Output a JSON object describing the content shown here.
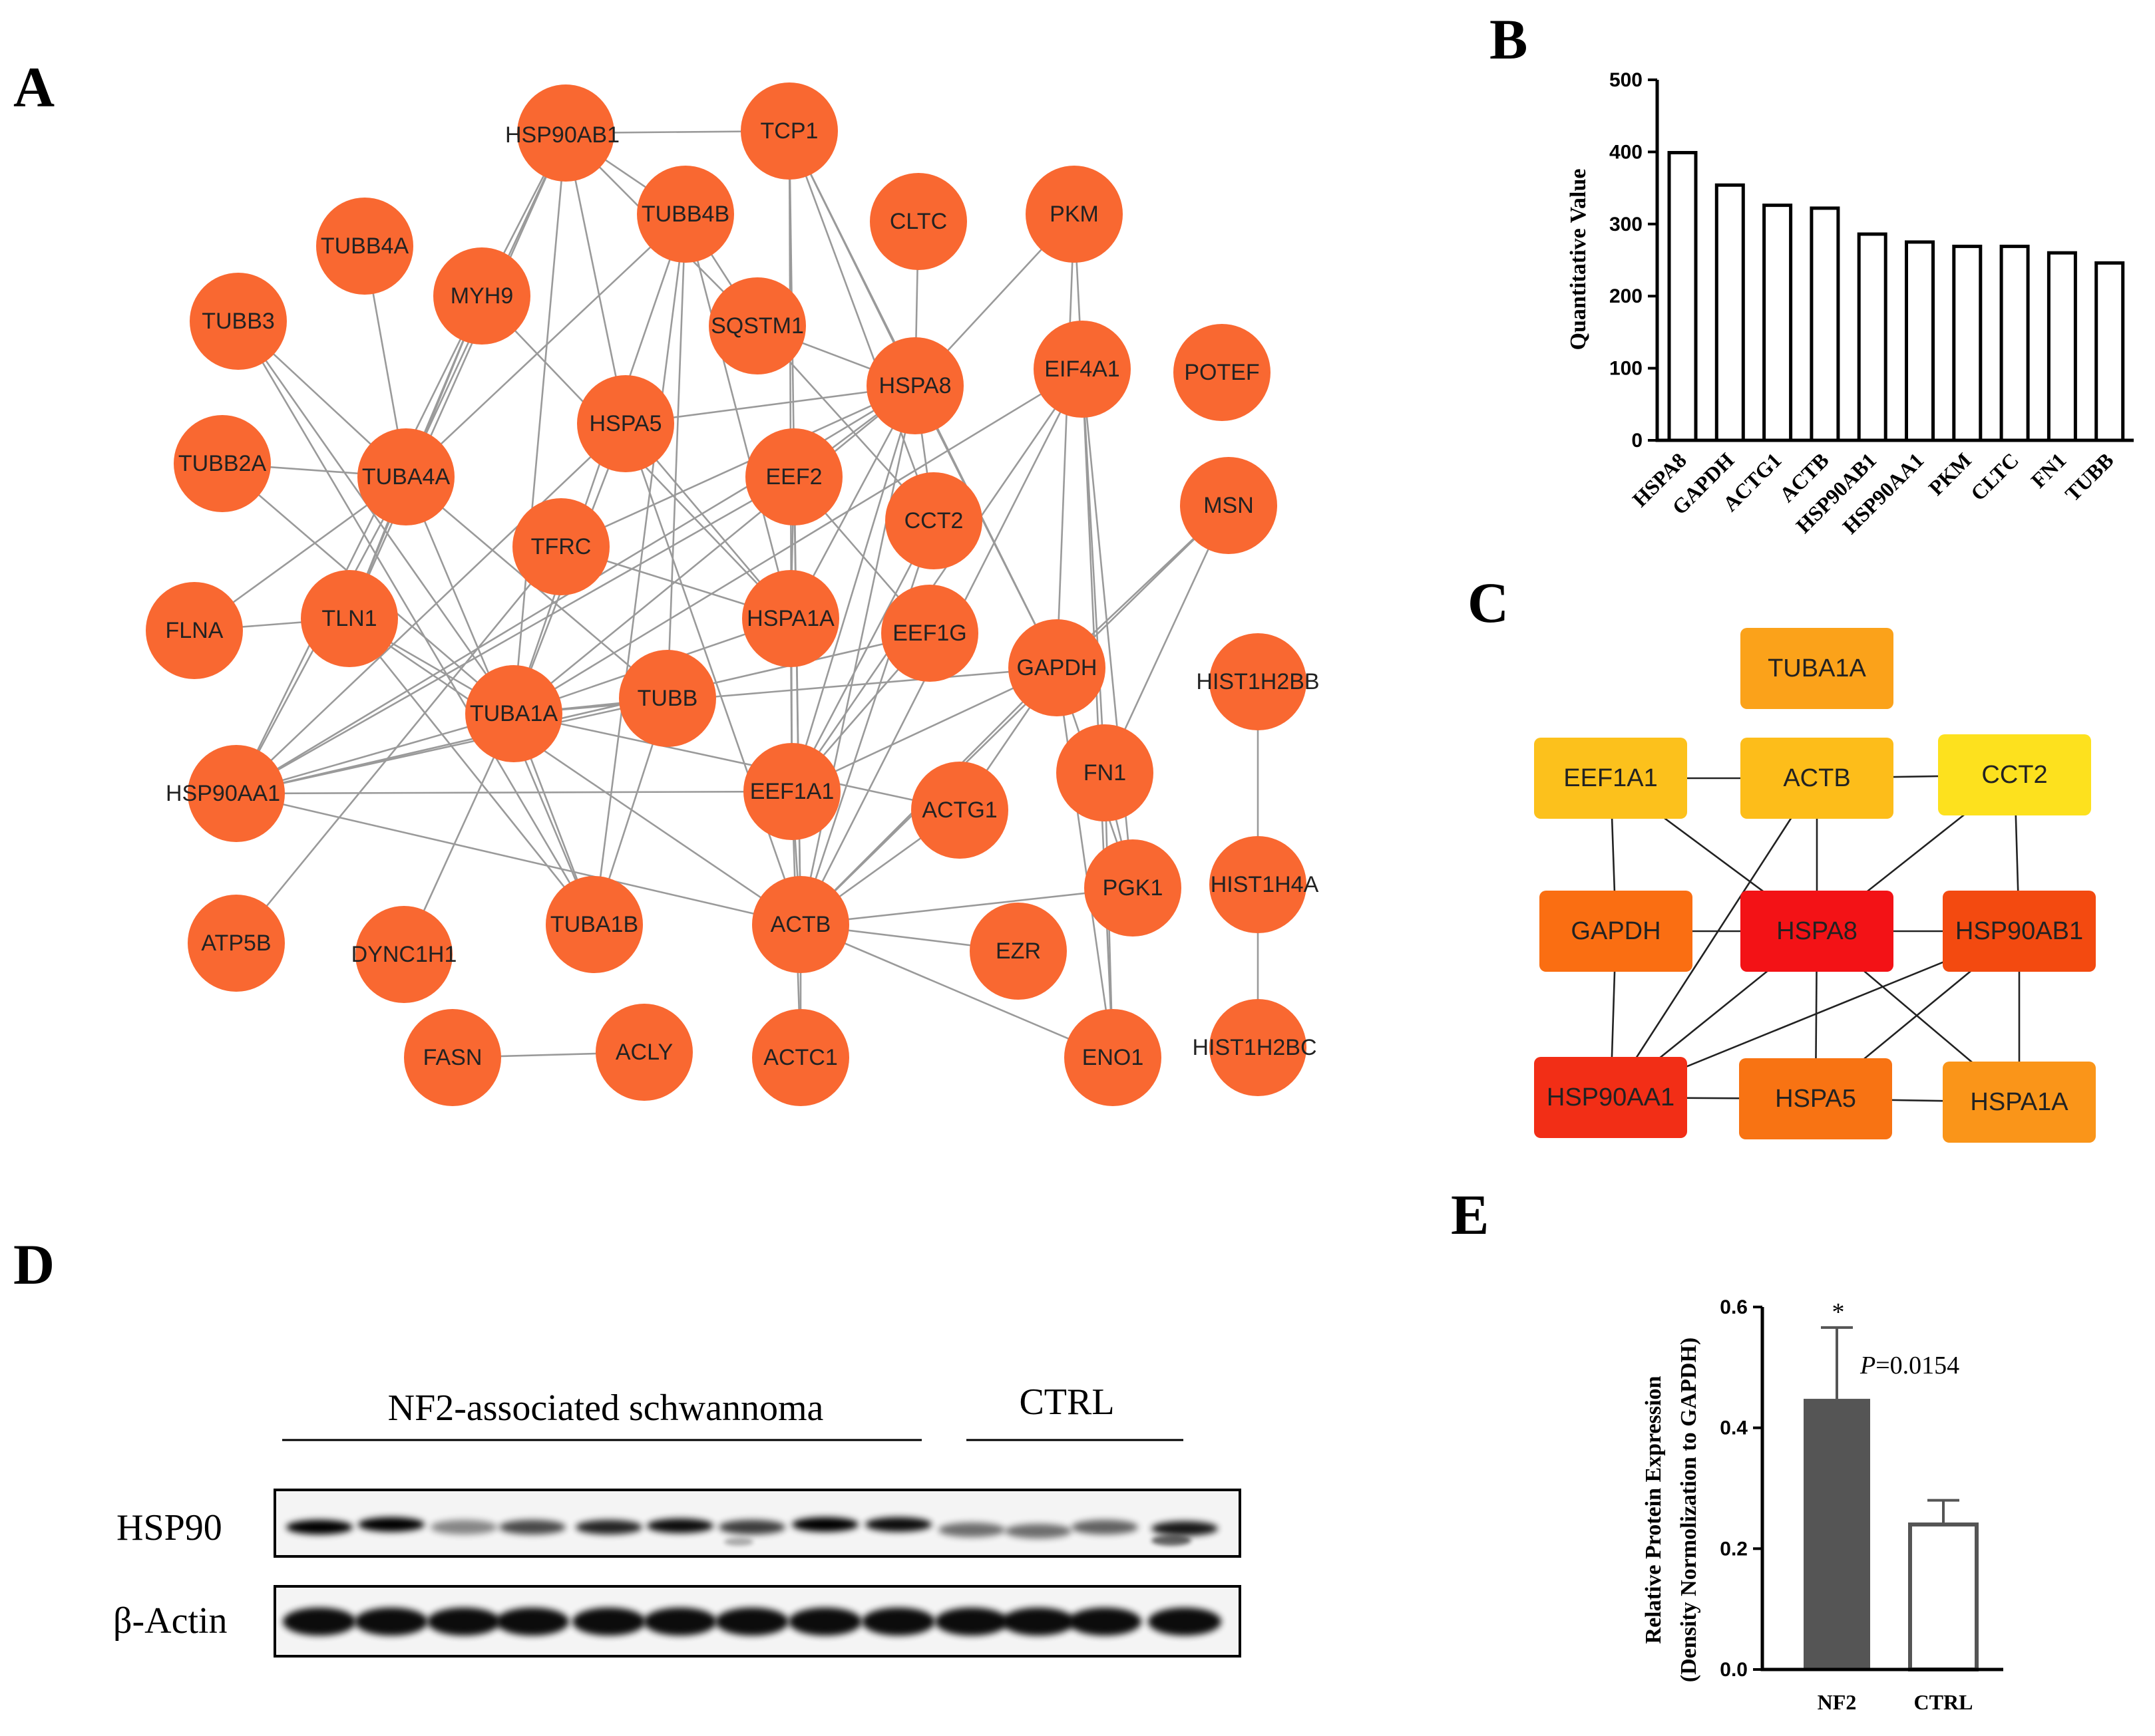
{
  "panels": [
    "A",
    "B",
    "C",
    "D",
    "E"
  ],
  "network_a": {
    "nodes": [
      {
        "id": "HSP90AB1",
        "label": "HSP90AB1"
      },
      {
        "id": "TCP1",
        "label": "TCP1"
      },
      {
        "id": "TUBB4B",
        "label": "TUBB4B"
      },
      {
        "id": "CLTC",
        "label": "CLTC"
      },
      {
        "id": "PKM",
        "label": "PKM"
      },
      {
        "id": "TUBB4A",
        "label": "TUBB4A"
      },
      {
        "id": "MYH9",
        "label": "MYH9"
      },
      {
        "id": "SQSTM1",
        "label": "SQSTM1"
      },
      {
        "id": "TUBB3",
        "label": "TUBB3"
      },
      {
        "id": "HSPA8",
        "label": "HSPA8"
      },
      {
        "id": "EIF4A1",
        "label": "EIF4A1"
      },
      {
        "id": "POTEF",
        "label": "POTEF"
      },
      {
        "id": "HSPA5",
        "label": "HSPA5"
      },
      {
        "id": "TUBB2A",
        "label": "TUBB2A"
      },
      {
        "id": "TUBA4A",
        "label": "TUBA4A"
      },
      {
        "id": "EEF2",
        "label": "EEF2"
      },
      {
        "id": "CCT2",
        "label": "CCT2"
      },
      {
        "id": "MSN",
        "label": "MSN"
      },
      {
        "id": "TFRC",
        "label": "TFRC"
      },
      {
        "id": "FLNA",
        "label": "FLNA"
      },
      {
        "id": "TLN1",
        "label": "TLN1"
      },
      {
        "id": "HSPA1A",
        "label": "HSPA1A"
      },
      {
        "id": "EEF1G",
        "label": "EEF1G"
      },
      {
        "id": "GAPDH",
        "label": "GAPDH"
      },
      {
        "id": "HIST1H2BB",
        "label": "HIST1H2BB"
      },
      {
        "id": "TUBA1A",
        "label": "TUBA1A"
      },
      {
        "id": "TUBB",
        "label": "TUBB"
      },
      {
        "id": "HSP90AA1",
        "label": "HSP90AA1"
      },
      {
        "id": "EEF1A1",
        "label": "EEF1A1"
      },
      {
        "id": "ACTG1",
        "label": "ACTG1"
      },
      {
        "id": "FN1",
        "label": "FN1"
      },
      {
        "id": "ATP5B",
        "label": "ATP5B"
      },
      {
        "id": "DYNC1H1",
        "label": "DYNC1H1"
      },
      {
        "id": "TUBA1B",
        "label": "TUBA1B"
      },
      {
        "id": "ACTB",
        "label": "ACTB"
      },
      {
        "id": "EZR",
        "label": "EZR"
      },
      {
        "id": "PGK1",
        "label": "PGK1"
      },
      {
        "id": "HIST1H4A",
        "label": "HIST1H4A"
      },
      {
        "id": "FASN",
        "label": "FASN"
      },
      {
        "id": "ACLY",
        "label": "ACLY"
      },
      {
        "id": "ACTC1",
        "label": "ACTC1"
      },
      {
        "id": "ENO1",
        "label": "ENO1"
      },
      {
        "id": "HIST1H2BC",
        "label": "HIST1H2BC"
      }
    ],
    "edges": [
      [
        "HSP90AB1",
        "TCP1"
      ],
      [
        "HSP90AB1",
        "TUBB4B"
      ],
      [
        "HSP90AB1",
        "MYH9"
      ],
      [
        "HSP90AB1",
        "SQSTM1"
      ],
      [
        "HSP90AB1",
        "TUBA4A"
      ],
      [
        "HSP90AB1",
        "HSPA5"
      ],
      [
        "HSP90AB1",
        "TUBA1A"
      ],
      [
        "HSP90AB1",
        "TLN1"
      ],
      [
        "TCP1",
        "HSPA8"
      ],
      [
        "TCP1",
        "CCT2"
      ],
      [
        "TCP1",
        "EEF1A1"
      ],
      [
        "TCP1",
        "ACTB"
      ],
      [
        "TCP1",
        "GAPDH"
      ],
      [
        "TUBB4B",
        "SQSTM1"
      ],
      [
        "TUBB4B",
        "TUBA4A"
      ],
      [
        "TUBB4B",
        "HSPA1A"
      ],
      [
        "TUBB4B",
        "TUBA1A"
      ],
      [
        "TUBB4B",
        "TUBB"
      ],
      [
        "TUBB4B",
        "TUBA1B"
      ],
      [
        "CLTC",
        "HSPA8"
      ],
      [
        "PKM",
        "EIF4A1"
      ],
      [
        "PKM",
        "HSPA8"
      ],
      [
        "PKM",
        "GAPDH"
      ],
      [
        "TUBB4A",
        "TUBA4A"
      ],
      [
        "MYH9",
        "TUBA4A"
      ],
      [
        "MYH9",
        "HSPA1A"
      ],
      [
        "MYH9",
        "HSP90AA1"
      ],
      [
        "MYH9",
        "TLN1"
      ],
      [
        "SQSTM1",
        "HSPA8"
      ],
      [
        "SQSTM1",
        "CCT2"
      ],
      [
        "TUBB3",
        "TUBA4A"
      ],
      [
        "TUBB3",
        "TUBA1A"
      ],
      [
        "TUBB3",
        "TUBA1B"
      ],
      [
        "HSPA8",
        "HSPA5"
      ],
      [
        "HSPA8",
        "EEF2"
      ],
      [
        "HSPA8",
        "HSPA1A"
      ],
      [
        "HSPA8",
        "EEF1A1"
      ],
      [
        "HSPA8",
        "GAPDH"
      ],
      [
        "HSPA8",
        "CCT2"
      ],
      [
        "HSPA8",
        "HSP90AA1"
      ],
      [
        "HSPA8",
        "TUBA1A"
      ],
      [
        "HSPA8",
        "TFRC"
      ],
      [
        "HSPA8",
        "ACTB"
      ],
      [
        "EIF4A1",
        "EEF1A1"
      ],
      [
        "EIF4A1",
        "FN1"
      ],
      [
        "EIF4A1",
        "ACTB"
      ],
      [
        "EIF4A1",
        "TUBA1A"
      ],
      [
        "EIF4A1",
        "ENO1"
      ],
      [
        "EIF4A1",
        "PGK1"
      ],
      [
        "HSPA5",
        "HSPA1A"
      ],
      [
        "HSPA5",
        "TUBA1A"
      ],
      [
        "HSPA5",
        "ACTB"
      ],
      [
        "HSPA5",
        "HSP90AA1"
      ],
      [
        "TUBB2A",
        "TUBA4A"
      ],
      [
        "TUBB2A",
        "TUBA1A"
      ],
      [
        "TUBA4A",
        "TLN1"
      ],
      [
        "TUBA4A",
        "TUBA1B"
      ],
      [
        "TUBA4A",
        "TUBB"
      ],
      [
        "TUBA4A",
        "FLNA"
      ],
      [
        "TUBA4A",
        "HSP90AA1"
      ],
      [
        "EEF2",
        "HSPA1A"
      ],
      [
        "EEF2",
        "HSP90AA1"
      ],
      [
        "EEF2",
        "EEF1G"
      ],
      [
        "EEF2",
        "ACTB"
      ],
      [
        "CCT2",
        "EEF1A1"
      ],
      [
        "CCT2",
        "ACTB"
      ],
      [
        "MSN",
        "GAPDH"
      ],
      [
        "MSN",
        "FN1"
      ],
      [
        "MSN",
        "ACTB"
      ],
      [
        "TFRC",
        "HSPA1A"
      ],
      [
        "TFRC",
        "ATP5B"
      ],
      [
        "FLNA",
        "TLN1"
      ],
      [
        "TLN1",
        "TUBA1A"
      ],
      [
        "TLN1",
        "ACTB"
      ],
      [
        "TLN1",
        "TUBA1B"
      ],
      [
        "HSPA1A",
        "EEF1A1"
      ],
      [
        "HSPA1A",
        "TUBA1A"
      ],
      [
        "EEF1G",
        "EEF1A1"
      ],
      [
        "EEF1G",
        "HSP90AA1"
      ],
      [
        "GAPDH",
        "ACTG1"
      ],
      [
        "GAPDH",
        "ACTB"
      ],
      [
        "GAPDH",
        "TUBA1A"
      ],
      [
        "GAPDH",
        "PGK1"
      ],
      [
        "GAPDH",
        "ENO1"
      ],
      [
        "GAPDH",
        "EEF1A1"
      ],
      [
        "HIST1H2BB",
        "HIST1H4A"
      ],
      [
        "HIST1H4A",
        "HIST1H2BC"
      ],
      [
        "TUBA1A",
        "TUBB"
      ],
      [
        "TUBA1A",
        "ACTG1"
      ],
      [
        "TUBA1A",
        "DYNC1H1"
      ],
      [
        "TUBA1A",
        "TUBA1B"
      ],
      [
        "TUBA1A",
        "HSP90AA1"
      ],
      [
        "TUBB",
        "TUBA1B"
      ],
      [
        "TUBB",
        "HSP90AA1"
      ],
      [
        "HSP90AA1",
        "EEF1A1"
      ],
      [
        "HSP90AA1",
        "ACTB"
      ],
      [
        "EEF1A1",
        "ACTB"
      ],
      [
        "EEF1A1",
        "ACTC1"
      ],
      [
        "ACTG1",
        "ACTB"
      ],
      [
        "FN1",
        "ENO1"
      ],
      [
        "FN1",
        "PGK1"
      ],
      [
        "ACTB",
        "PGK1"
      ],
      [
        "ACTB",
        "EZR"
      ],
      [
        "ACTB",
        "ENO1"
      ],
      [
        "ACTB",
        "ACTC1"
      ],
      [
        "FASN",
        "ACLY"
      ]
    ]
  },
  "chart_data": [
    {
      "type": "bar",
      "panel": "B",
      "categories": [
        "HSPA8",
        "GAPDH",
        "ACTG1",
        "ACTB",
        "HSP90AB1",
        "HSP90AA1",
        "PKM",
        "CLTC",
        "FN1",
        "TUBB"
      ],
      "values": [
        399,
        354,
        326,
        322,
        286,
        275,
        269,
        269,
        260,
        246
      ],
      "ylabel": "Quantitative Value",
      "ylim": [
        0,
        500
      ],
      "yticks": [
        "0",
        "100",
        "200",
        "300",
        "400",
        "500"
      ]
    },
    {
      "type": "bar",
      "panel": "E",
      "categories": [
        "NF2",
        "CTRL"
      ],
      "values": [
        0.448,
        0.24
      ],
      "errors": [
        0.118,
        0.04
      ],
      "ylabel": [
        "Relative Protein Expression",
        "(Density Normolization to GAPDH)"
      ],
      "ylim": [
        0,
        0.6
      ],
      "yticks": [
        "0.0",
        "0.2",
        "0.4",
        "0.6"
      ],
      "annotation_star": "*",
      "annotation_p_italic": "P",
      "annotation_p_rest": "=0.0154",
      "bar_colors": [
        "#555555",
        "#ffffff"
      ]
    }
  ],
  "network_c": {
    "nodes": [
      {
        "id": "TUBA1A",
        "label": "TUBA1A",
        "color": "#FBA21A"
      },
      {
        "id": "EEF1A1",
        "label": "EEF1A1",
        "color": "#FCC11C"
      },
      {
        "id": "ACTB",
        "label": "ACTB",
        "color": "#FDBD1A"
      },
      {
        "id": "CCT2",
        "label": "CCT2",
        "color": "#FDE11E"
      },
      {
        "id": "GAPDH",
        "label": "GAPDH",
        "color": "#FA6E12"
      },
      {
        "id": "HSPA8",
        "label": "HSPA8",
        "color": "#F31216"
      },
      {
        "id": "HSP90AB1",
        "label": "HSP90AB1",
        "color": "#F34A10"
      },
      {
        "id": "HSP90AA1",
        "label": "HSP90AA1",
        "color": "#F22E16"
      },
      {
        "id": "HSPA5",
        "label": "HSPA5",
        "color": "#F87313"
      },
      {
        "id": "HSPA1A",
        "label": "HSPA1A",
        "color": "#FA9519"
      }
    ],
    "edges": [
      [
        "EEF1A1",
        "ACTB"
      ],
      [
        "ACTB",
        "CCT2"
      ],
      [
        "EEF1A1",
        "GAPDH"
      ],
      [
        "EEF1A1",
        "HSPA8"
      ],
      [
        "ACTB",
        "HSPA8"
      ],
      [
        "ACTB",
        "HSP90AA1"
      ],
      [
        "CCT2",
        "HSPA8"
      ],
      [
        "CCT2",
        "HSP90AB1"
      ],
      [
        "GAPDH",
        "HSPA8"
      ],
      [
        "HSPA8",
        "HSP90AB1"
      ],
      [
        "GAPDH",
        "HSP90AA1"
      ],
      [
        "HSPA8",
        "HSP90AA1"
      ],
      [
        "HSPA8",
        "HSPA5"
      ],
      [
        "HSPA8",
        "HSPA1A"
      ],
      [
        "HSP90AB1",
        "HSPA5"
      ],
      [
        "HSP90AB1",
        "HSPA1A"
      ],
      [
        "HSP90AB1",
        "HSP90AA1"
      ],
      [
        "HSP90AA1",
        "HSPA5"
      ],
      [
        "HSPA5",
        "HSPA1A"
      ]
    ]
  },
  "panel_d": {
    "group1": "NF2-associated schwannoma",
    "group2": "CTRL",
    "row1_label": "HSP90",
    "row2_label": "β-Actin"
  }
}
